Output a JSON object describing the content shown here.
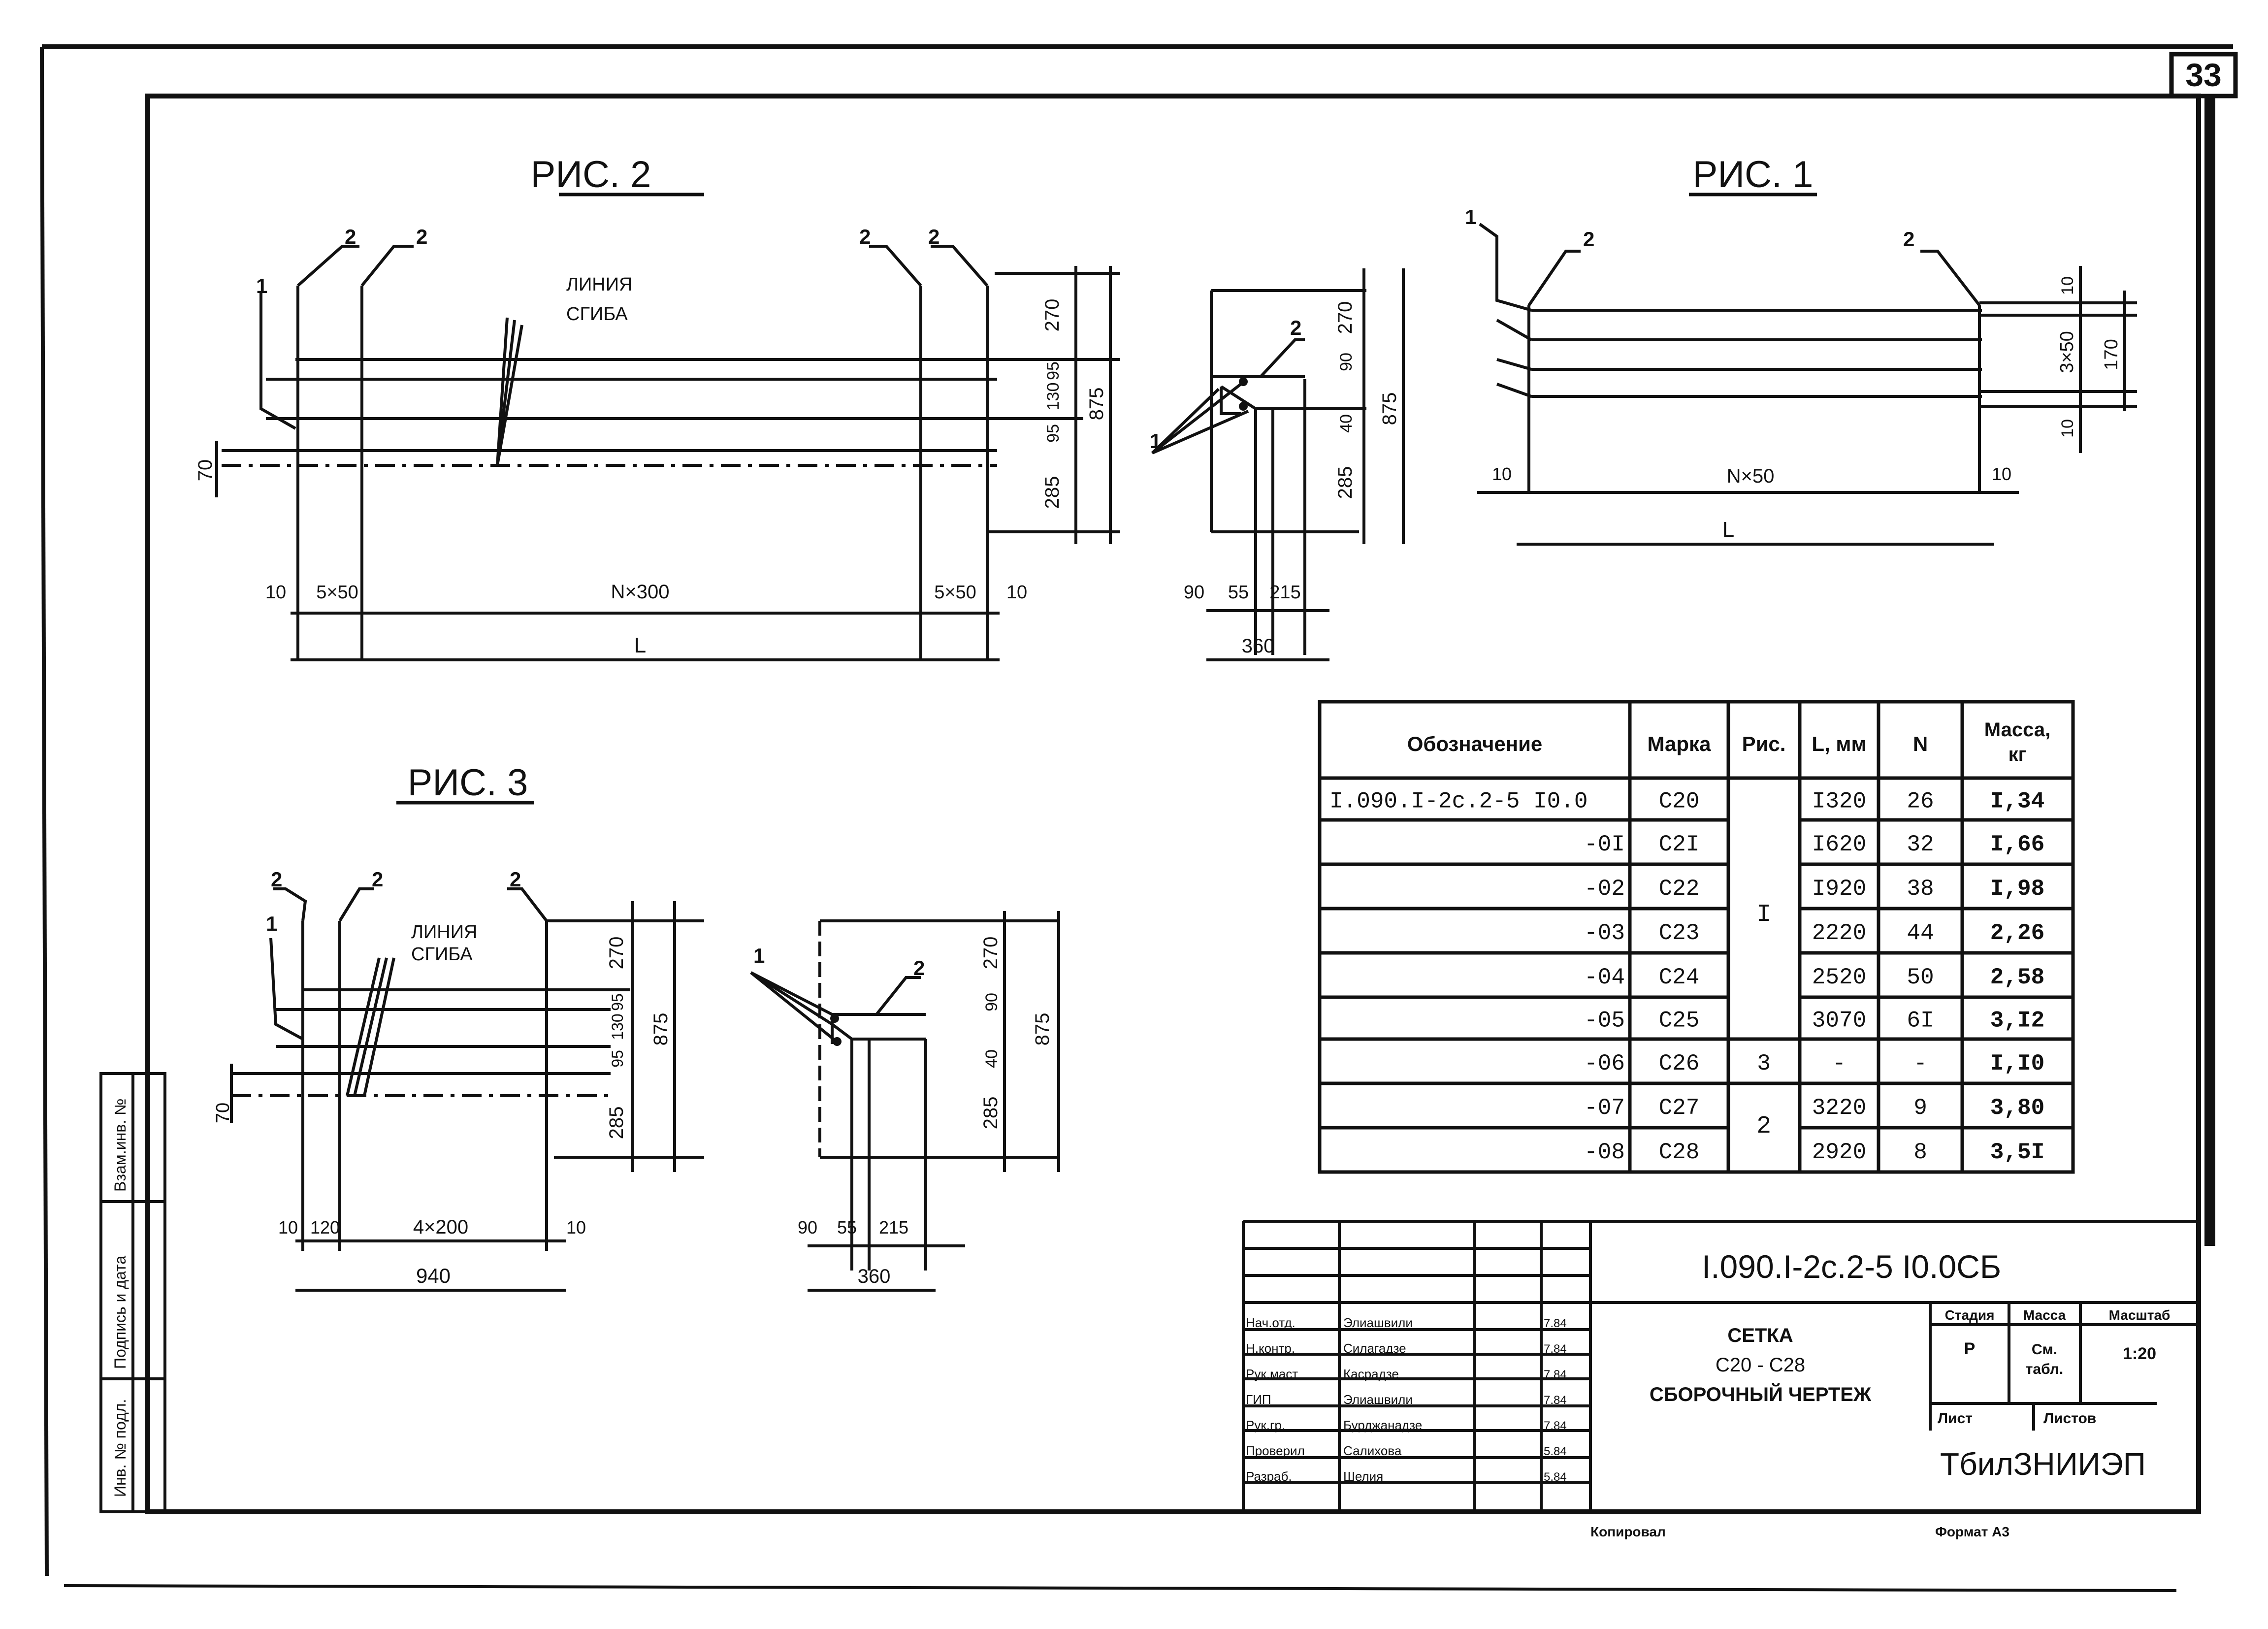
{
  "sheet_number": "33",
  "fig1": {
    "title": "РИС. 1",
    "mark_1": "1",
    "mark_2a": "2",
    "mark_2b": "2",
    "dim_top": "10",
    "dim_mid": "3×50",
    "dim_bot": "10",
    "dim_total": "170",
    "dim_left": "10",
    "dim_span": "N×50",
    "dim_right": "10",
    "dim_L": "L"
  },
  "fig2": {
    "title": "РИС. 2",
    "mark_1": "1",
    "mark_2a": "2",
    "mark_2b": "2",
    "mark_2c": "2",
    "mark_2d": "2",
    "bend_line_1": "ЛИНИЯ",
    "bend_line_2": "СГИБА",
    "dim_270": "270",
    "dim_95a": "95",
    "dim_130": "130",
    "dim_95b": "95",
    "dim_285": "285",
    "dim_875": "875",
    "dim_70": "70",
    "dim_10a": "10",
    "dim_5x50a": "5×50",
    "dim_span": "N×300",
    "dim_5x50b": "5×50",
    "dim_10b": "10",
    "dim_L": "L"
  },
  "fig2_section": {
    "mark_1": "1",
    "mark_2": "2",
    "dim_270": "270",
    "dim_90": "90",
    "dim_40": "40",
    "dim_285": "285",
    "dim_875": "875",
    "dim_90w": "90",
    "dim_55": "55",
    "dim_215": "215",
    "dim_360": "360"
  },
  "fig3": {
    "title": "РИС. 3",
    "mark_1": "1",
    "mark_2a": "2",
    "mark_2b": "2",
    "mark_2c": "2",
    "bend_line_1": "ЛИНИЯ",
    "bend_line_2": "СГИБА",
    "dim_270": "270",
    "dim_95a": "95",
    "dim_130": "130",
    "dim_95b": "95",
    "dim_285": "285",
    "dim_875": "875",
    "dim_70": "70",
    "dim_10a": "10",
    "dim_120": "120",
    "dim_span": "4×200",
    "dim_10b": "10",
    "dim_total": "940"
  },
  "fig3_section": {
    "mark_1": "1",
    "mark_2": "2",
    "dim_270": "270",
    "dim_90": "90",
    "dim_40": "40",
    "dim_285": "285",
    "dim_875": "875",
    "dim_90w": "90",
    "dim_55": "55",
    "dim_215": "215",
    "dim_360": "360"
  },
  "spec_table": {
    "headers": [
      "Обозначение",
      "Марка",
      "Рис.",
      "L, мм",
      "N",
      "Масса, кг"
    ],
    "rows": [
      {
        "designation": "I.090.I-2с.2-5 I0.0",
        "mark": "С20",
        "fig": "",
        "length": "I320",
        "n": "26",
        "mass": "I,34"
      },
      {
        "designation": "-0I",
        "mark": "С2I",
        "fig": "",
        "length": "I620",
        "n": "32",
        "mass": "I,66"
      },
      {
        "designation": "-02",
        "mark": "С22",
        "fig": "",
        "length": "I920",
        "n": "38",
        "mass": "I,98"
      },
      {
        "designation": "-03",
        "mark": "С23",
        "fig": "",
        "length": "2220",
        "n": "44",
        "mass": "2,26"
      },
      {
        "designation": "-04",
        "mark": "С24",
        "fig": "",
        "length": "2520",
        "n": "50",
        "mass": "2,58"
      },
      {
        "designation": "-05",
        "mark": "С25",
        "fig": "",
        "length": "3070",
        "n": "6I",
        "mass": "3,I2"
      },
      {
        "designation": "-06",
        "mark": "С26",
        "fig": "3",
        "length": "-",
        "n": "-",
        "mass": "I,I0"
      },
      {
        "designation": "-07",
        "mark": "С27",
        "fig": "",
        "length": "3220",
        "n": "9",
        "mass": "3,80"
      },
      {
        "designation": "-08",
        "mark": "С28",
        "fig": "",
        "length": "2920",
        "n": "8",
        "mass": "3,5I"
      }
    ],
    "fig_merged_1": "I",
    "fig_merged_2": "2"
  },
  "title_block": {
    "doc_code": "I.090.I-2с.2-5  I0.0СБ",
    "name_1": "СЕТКА",
    "name_2": "С20 - С28",
    "name_3": "СБОРОЧНЫЙ ЧЕРТЕЖ",
    "stage_label": "Стадия",
    "mass_label": "Масса",
    "scale_label": "Масштаб",
    "stage_value": "Р",
    "mass_value_1": "См.",
    "mass_value_2": "табл.",
    "scale_value": "1:20",
    "sheet_label": "Лист",
    "sheets_label": "Листов",
    "org": "ТбилЗНИИЭП",
    "copied_label": "Копировал",
    "format_label": "Формат А3",
    "people": [
      {
        "role": "Нач.отд.",
        "name": "Элиашвили",
        "date": "7.84"
      },
      {
        "role": "Н.контр.",
        "name": "Силагадзе",
        "date": "7.84"
      },
      {
        "role": "Рук.маст",
        "name": "Касрадзе",
        "date": "7.84"
      },
      {
        "role": "ГИП",
        "name": "Элиашвили",
        "date": "7.84"
      },
      {
        "role": "Рук.гр.",
        "name": "Бурджанадзе",
        "date": "7.84"
      },
      {
        "role": "Проверил",
        "name": "Салихова",
        "date": "5.84"
      },
      {
        "role": "Разраб.",
        "name": "Шелия",
        "date": "5.84"
      }
    ]
  },
  "side_stamp": {
    "col_1": "Инв. № подл.",
    "col_2": "Подпись и дата",
    "col_3": "Взам.инв. №"
  }
}
